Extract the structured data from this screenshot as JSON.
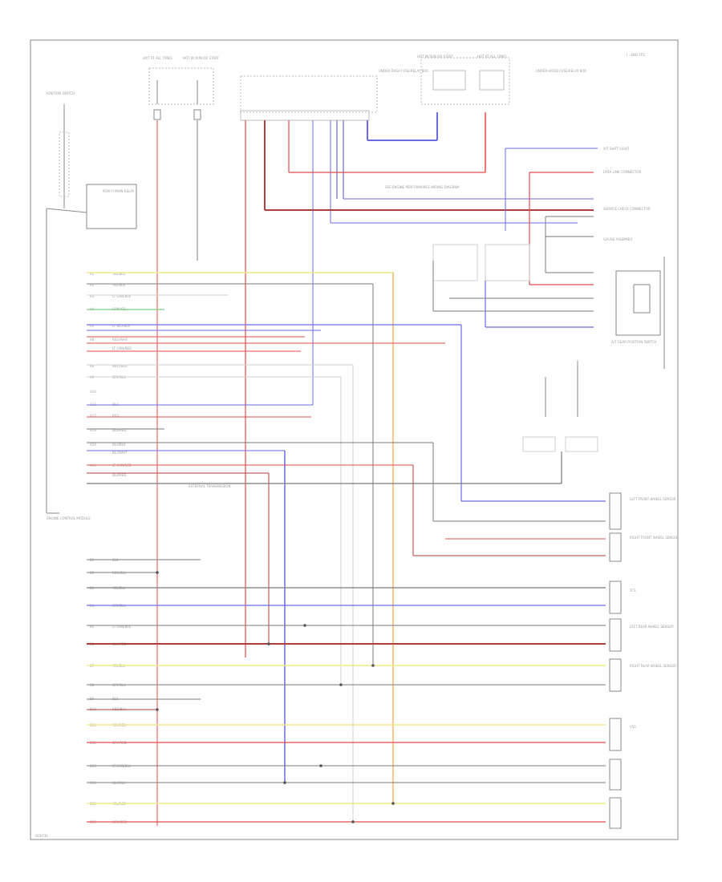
{
  "header": {
    "fig_id": "1 - ENG FTG",
    "bottom_code": "G00730"
  },
  "colors": {
    "yellow": "#f1ea8a",
    "red": "#e84a4a",
    "blue": "#6a6ae6",
    "green": "#7ed07e",
    "grey": "#7a7a7a",
    "lightgrey": "#cfcfcf",
    "darkred": "#b23b3b",
    "orange": "#f0a040",
    "frame": "#8a8a8a"
  },
  "top_components": [
    {
      "id": "fuse1",
      "label": "HOT AT ALL TIMES"
    },
    {
      "id": "fuse2",
      "label": "HOT IN RUN OR START"
    },
    {
      "id": "relay_box",
      "label": "UNDER-DASH FUSE/RELAY BOX"
    },
    {
      "id": "fuse3",
      "label": "HOT IN RUN OR START"
    },
    {
      "id": "fuse4",
      "label": "HOT AT ALL TIMES"
    },
    {
      "id": "engine_box",
      "label": "UNDER-HOOD FUSE/RELAY BOX"
    }
  ],
  "left_components": [
    {
      "id": "ignition",
      "label": "IGNITION SWITCH"
    },
    {
      "id": "relay",
      "label": "PGM-FI MAIN RELAY"
    },
    {
      "id": "ecm",
      "label": "ENGINE CONTROL MODULE"
    }
  ],
  "notes": {
    "mid": "SEE ENGINE PERFORMANCE WIRING DIAGRAM",
    "shield": "EXTERNAL TRANSMISSION"
  },
  "ecm_pins": [
    {
      "pin": "A1",
      "wire": "YEL/BLU"
    },
    {
      "pin": "A2",
      "wire": "YEL/BLK"
    },
    {
      "pin": "A3",
      "wire": "LT GRN/BLK"
    },
    {
      "pin": "A4",
      "wire": "GRN/YEL"
    },
    {
      "pin": "A5",
      "wire": "LT BLU/BLK"
    },
    {
      "pin": "A6",
      "wire": "RED/WHT"
    },
    {
      "pin": "A7",
      "wire": "LT GRN/RED"
    },
    {
      "pin": "A8",
      "wire": "WHT/BLU"
    },
    {
      "pin": "A9",
      "wire": "GRY/BLU"
    },
    {
      "pin": "A10",
      "wire": ""
    },
    {
      "pin": "A11",
      "wire": "BLU"
    },
    {
      "pin": "A12",
      "wire": "RED"
    },
    {
      "pin": "A13",
      "wire": "BLU/RED"
    },
    {
      "pin": "A14",
      "wire": "BLU/BLK"
    },
    {
      "pin": "A15",
      "wire": "BLU/WHT"
    },
    {
      "pin": "A16",
      "wire": "LT GRN/RED"
    },
    {
      "pin": "A17",
      "wire": "BLU/RED"
    }
  ],
  "lower_pins": [
    {
      "pin": "B1",
      "wire": "BLK"
    },
    {
      "pin": "B2",
      "wire": "RED/BLU"
    },
    {
      "pin": "B3",
      "wire": "YEL/BLU"
    },
    {
      "pin": "B4",
      "wire": "GRY/BLU"
    },
    {
      "pin": "B5",
      "wire": "LT GRN/BLK"
    },
    {
      "pin": "B6",
      "wire": "BLU/RED"
    },
    {
      "pin": "B7",
      "wire": "YEL/BLU"
    },
    {
      "pin": "B8",
      "wire": "GRY/BLU"
    },
    {
      "pin": "B9",
      "wire": "BLK"
    },
    {
      "pin": "B10",
      "wire": "RED/BLU"
    },
    {
      "pin": "B11",
      "wire": "YEL/RED"
    },
    {
      "pin": "B12",
      "wire": "GRY/RED"
    },
    {
      "pin": "B13",
      "wire": "LT GRN/BLU"
    },
    {
      "pin": "B14",
      "wire": "BLU/BLU"
    },
    {
      "pin": "B15",
      "wire": "YEL/RED"
    },
    {
      "pin": "B16",
      "wire": "GRY/RED"
    }
  ],
  "right_components": [
    {
      "label": "A/T SHIFT LIGHT"
    },
    {
      "label": "DATA LINK CONNECTOR"
    },
    {
      "label": "SERVICE CHECK CONNECTOR"
    },
    {
      "label": "GAUGE ASSEMBLY"
    },
    {
      "label": "A/T GEAR POSITION SWITCH"
    },
    {
      "label": "LEFT FRONT WHEEL SENSOR"
    },
    {
      "label": "RIGHT FRONT WHEEL SENSOR"
    },
    {
      "label": "LEFT REAR WHEEL SENSOR"
    },
    {
      "label": "RIGHT REAR WHEEL SENSOR"
    },
    {
      "label": "TCS"
    },
    {
      "label": "VSS"
    }
  ]
}
